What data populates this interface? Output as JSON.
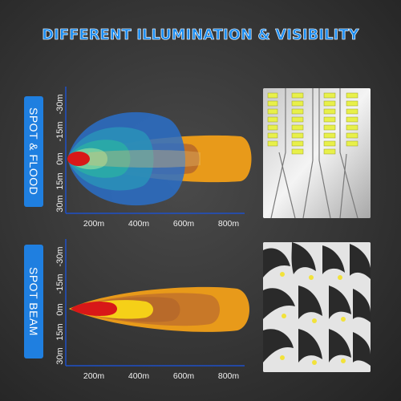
{
  "title": "DIFFERENT ILLUMINATION & VISIBILITY",
  "panels": [
    {
      "label": "SPOT & FLOOD",
      "y_ticks": [
        "-30m",
        "-15m",
        "0m",
        "15m",
        "30m"
      ],
      "x_ticks": [
        "200m",
        "400m",
        "600m",
        "800m"
      ]
    },
    {
      "label": "SPOT BEAM",
      "y_ticks": [
        "-30m",
        "-15m",
        "0m",
        "15m",
        "30m"
      ],
      "x_ticks": [
        "200m",
        "400m",
        "600m",
        "800m"
      ]
    }
  ],
  "colors": {
    "title": "#1a8cf0",
    "badge": "#1f7fe0",
    "axis": "#1e50c8",
    "beam_orange": "#e89a1a",
    "beam_brown": "#b86a2a",
    "beam_yellow": "#f5d018",
    "beam_red": "#d81818",
    "flood_blue": "#2a6fc8",
    "flood_teal": "#2aa8a8",
    "flood_green": "#7ad0a0"
  }
}
